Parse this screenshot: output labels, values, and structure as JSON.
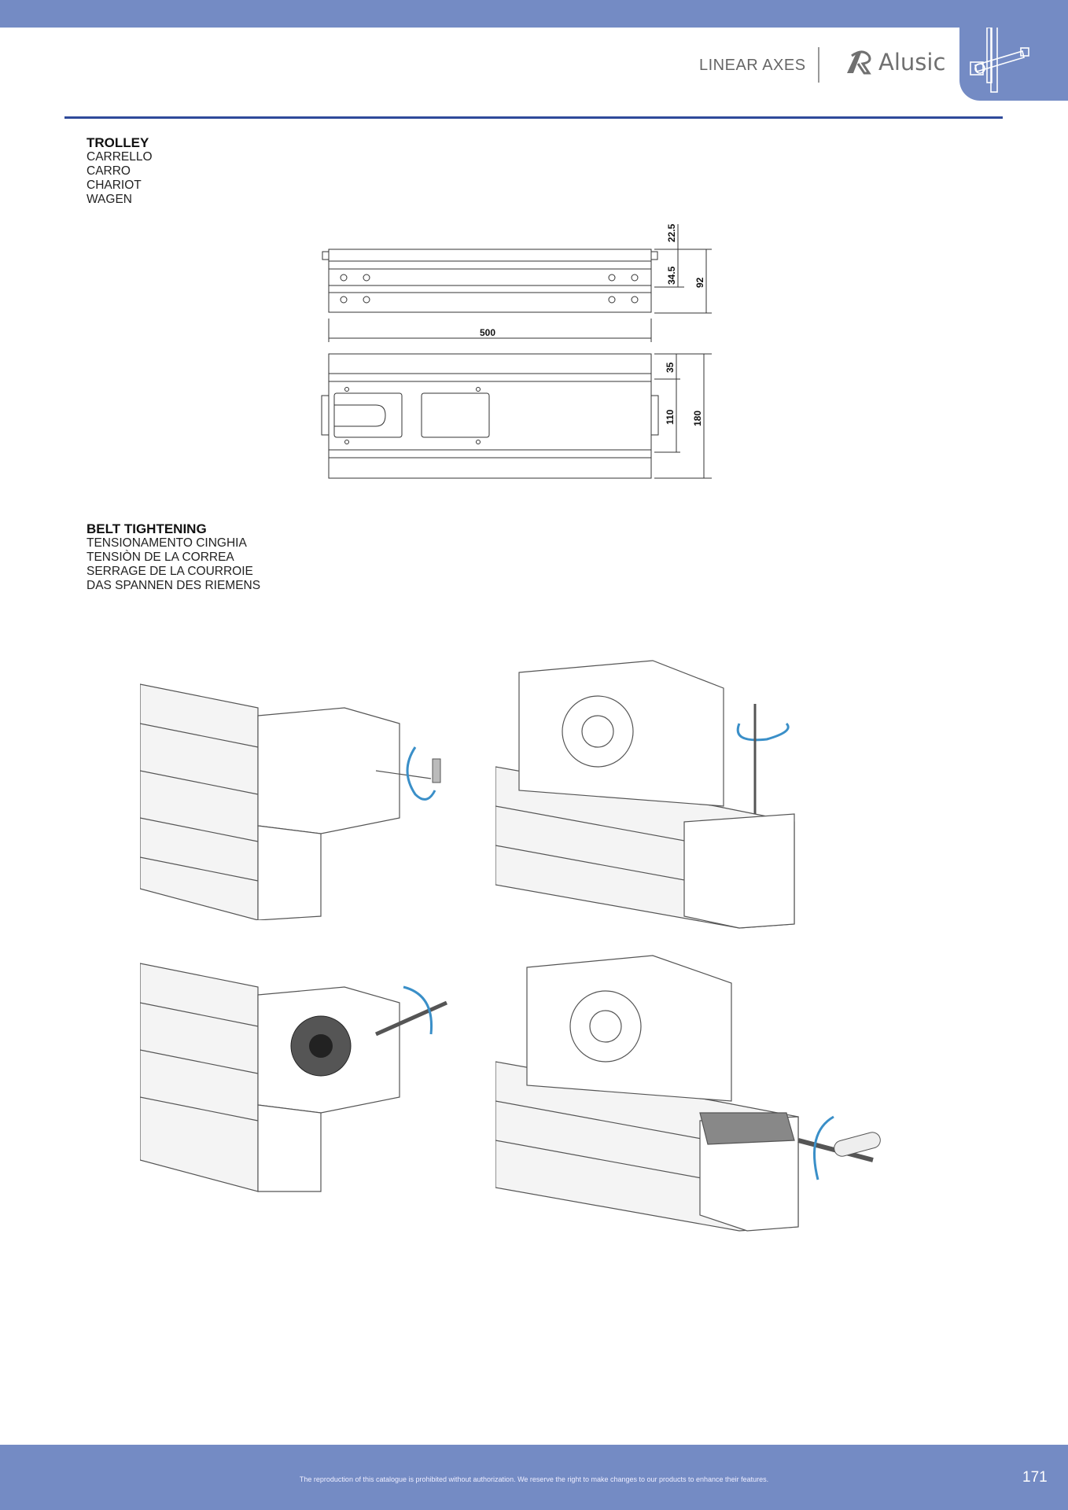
{
  "header": {
    "section": "LINEAR AXES",
    "brand": "Alusic"
  },
  "trolley": {
    "title": "TROLLEY",
    "translations": [
      "CARRELLO",
      "CARRO",
      "CHARIOT",
      "WAGEN"
    ],
    "dimensions": {
      "length": "500",
      "d1": "22.5",
      "d2": "34.5",
      "height": "92",
      "w1": "35",
      "w2": "110",
      "width": "180"
    }
  },
  "belt": {
    "title": "BELT TIGHTENING",
    "translations": [
      "TENSIONAMENTO CINGHIA",
      "TENSIÒN DE LA CORREA",
      "SERRAGE DE LA COURROIE",
      "DAS SPANNEN DES RIEMENS"
    ]
  },
  "colors": {
    "band": "#748bc4",
    "rule": "#2f4a9a",
    "arrow": "#3a8fc8"
  },
  "footer": {
    "note": "The reproduction of this catalogue is prohibited without authorization. We reserve the right to make changes to our products to enhance their features.",
    "page": "171"
  }
}
